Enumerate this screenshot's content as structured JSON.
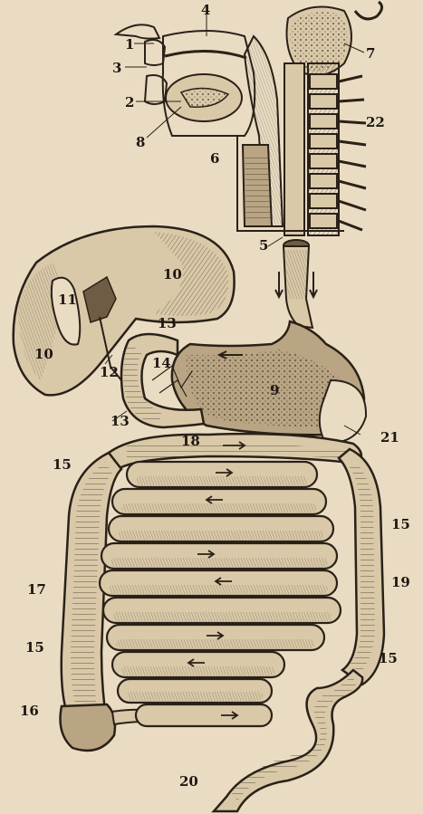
{
  "colors": {
    "paper": "#e9dcc3",
    "ink": "#2a2118",
    "organ_light": "#d9c9a8",
    "organ_mid": "#b9a583",
    "organ_dark": "#6e5c44"
  },
  "labels": {
    "l1": "1",
    "l2": "2",
    "l3": "3",
    "l4": "4",
    "l5": "5",
    "l6": "6",
    "l7": "7",
    "l8": "8",
    "l9": "9",
    "l10a": "10",
    "l10b": "10",
    "l11": "11",
    "l12": "12",
    "l13a": "13",
    "l13b": "13",
    "l14": "14",
    "l15a": "15",
    "l15b": "15",
    "l15c": "15",
    "l15d": "15",
    "l16": "16",
    "l17": "17",
    "l18": "18",
    "l19": "19",
    "l20": "20",
    "l21": "21",
    "l22": "22"
  }
}
